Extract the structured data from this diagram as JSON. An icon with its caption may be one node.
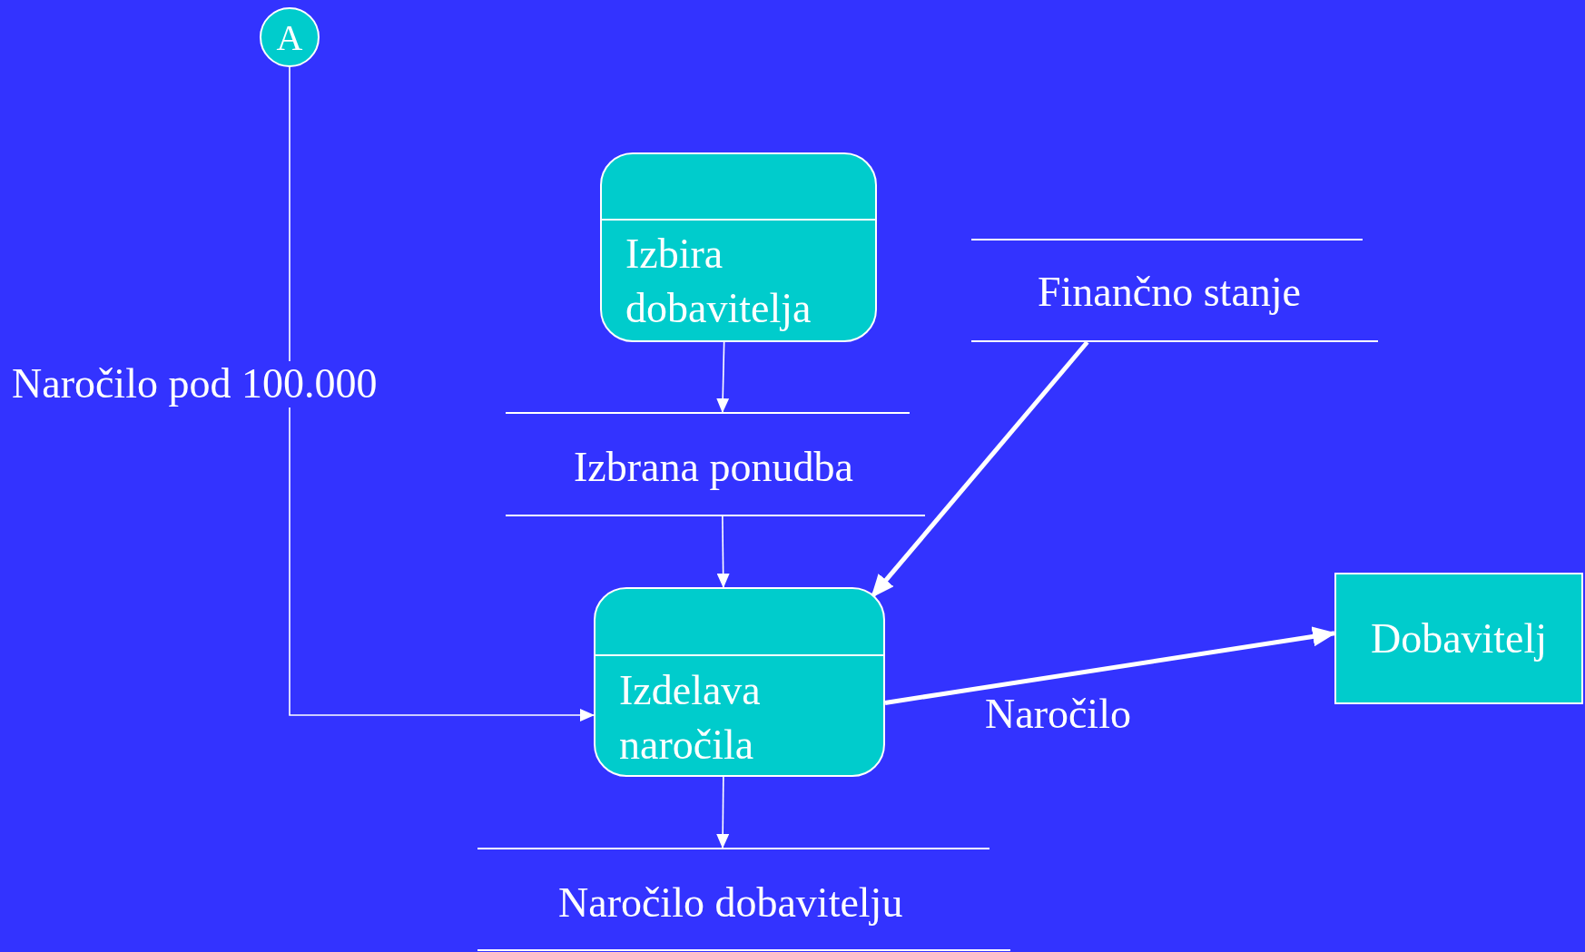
{
  "diagram": {
    "nodes": [
      {
        "text": [
          "A"
        ]
      },
      {
        "text": [
          "Izbira dobavitelja"
        ]
      },
      {
        "text": [
          "Izbrana ponudba"
        ]
      },
      {
        "text": [
          "Finančno stanje"
        ]
      },
      {
        "text": [
          "Izdelava naročila"
        ]
      },
      {
        "text": [
          "Dobavitelj"
        ]
      },
      {
        "text": [
          "Naročilo dobavitelju"
        ]
      }
    ],
    "edges": [
      {
        "from": 0,
        "to": 4,
        "arrow": "to",
        "label": "Naročilo pod 100.000"
      },
      {
        "from": 1,
        "to": 2,
        "arrow": "to"
      },
      {
        "from": 2,
        "to": 4,
        "arrow": "to"
      },
      {
        "from": 3,
        "to": 4,
        "arrow": "to",
        "style": "thick"
      },
      {
        "from": 4,
        "to": 5,
        "arrow": "to",
        "style": "thick",
        "label": "Naročilo"
      },
      {
        "from": 4,
        "to": 6,
        "arrow": "to"
      }
    ]
  }
}
